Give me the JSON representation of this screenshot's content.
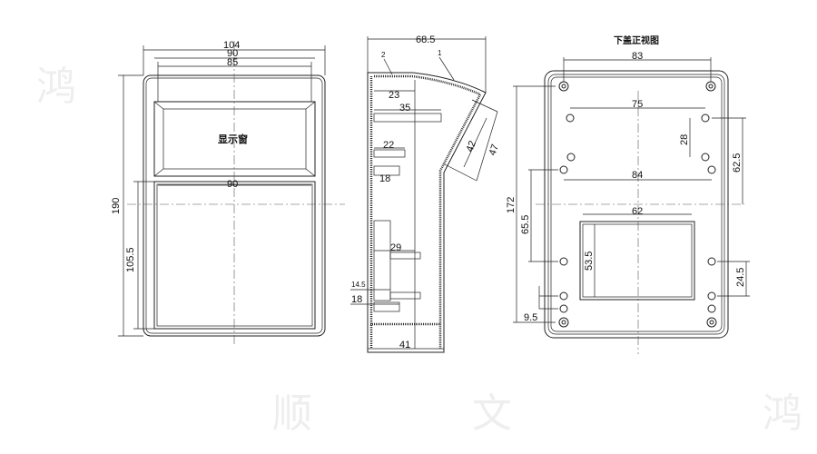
{
  "front_view": {
    "label": "显示窗",
    "dims": {
      "width_outer": "104",
      "width_mid": "90",
      "width_inner": "85",
      "height": "190",
      "lower_width": "90",
      "lower_height": "105.5"
    }
  },
  "side_view": {
    "callouts": [
      "1",
      "2"
    ],
    "dims": {
      "depth": "68.5",
      "d23": "23",
      "d35": "35",
      "d22": "22",
      "d18a": "18",
      "d42": "42",
      "d47": "47",
      "d29": "29",
      "d14_5": "14.5",
      "d18b": "18",
      "base": "41"
    }
  },
  "bottom_view": {
    "title": "下盖正视图",
    "dims": {
      "d83": "83",
      "d75": "75",
      "d28": "28",
      "d84": "84",
      "d62_5": "62.5",
      "d172": "172",
      "d65_5": "65.5",
      "d62": "62",
      "d53_5": "53.5",
      "d24_5": "24.5",
      "d9_5": "9.5"
    }
  },
  "watermark": "鸿顺文"
}
